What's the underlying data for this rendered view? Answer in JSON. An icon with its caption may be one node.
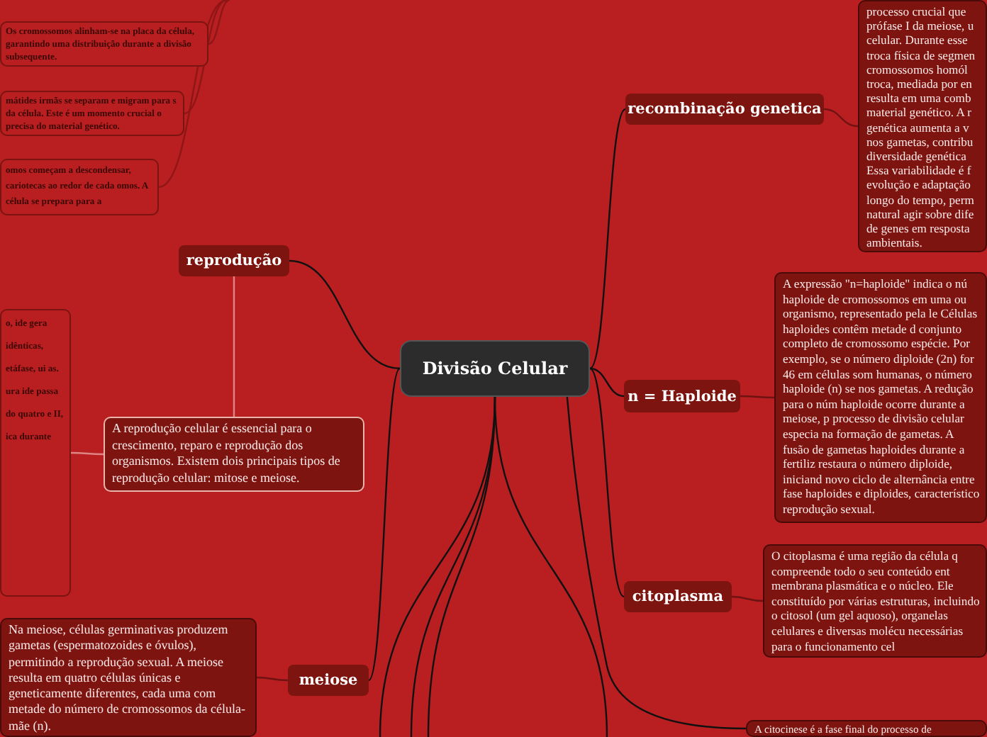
{
  "diagram": {
    "nodes": [
      {
        "text": [
          "Divisão Celular"
        ]
      },
      {
        "text": [
          "Os cromossomos alinham-se na placa da célula, garantindo uma distribuição durante a divisão subsequente."
        ]
      },
      {
        "text": [
          "mátides irmãs se separam e migram para s da célula. Este é um momento crucial o precisa do material genético."
        ]
      },
      {
        "text": [
          "omos começam a descondensar, cariotecas ao redor de cada omos. A célula se prepara para a"
        ]
      },
      {
        "text": [
          "reprodução"
        ]
      },
      {
        "text": [
          "A reprodução celular é essencial para o crescimento, reparo e reprodução dos organismos. Existem dois principais tipos de reprodução celular: mitose e meiose."
        ]
      },
      {
        "text": [
          "o, ide gera idênticas, etáfase, ui as. ura ide passa do quatro e II, ica durante"
        ]
      },
      {
        "text": [
          "recombinação genetica"
        ]
      },
      {
        "text": [
          "processo crucial que prófase I da meiose, u celular. Durante esse troca física de segmen cromossomos homól troca, mediada por en resulta em uma comb material genético. A r genética aumenta a v nos gametas, contribu diversidade genética Essa variabilidade é f evolução e adaptação longo do tempo, perm natural agir sobre dife de genes em resposta ambientais."
        ]
      },
      {
        "text": [
          "n = Haploide"
        ]
      },
      {
        "text": [
          "A expressão \"n=haploide\" indica o nú haploide de cromossomos em uma ou organismo, representado pela le Células haploides contêm metade d conjunto completo de cromossomo espécie. Por exemplo, se o número diploide (2n) for 46 em células som humanas, o número haploide (n) se nos gametas. A redução para o núm haploide ocorre durante a meiose, p processo de divisão celular especia na formação de gametas. A fusão de gametas haploides durante a fertiliz restaura o número diploide, iniciand novo ciclo de alternância entre fase haploides e diploides, característico reprodução sexual."
        ]
      },
      {
        "text": [
          "citoplasma"
        ]
      },
      {
        "text": [
          "O citoplasma é uma região da célula q compreende todo o seu conteúdo ent membrana plasmática e o núcleo. Ele constituído por várias estruturas, incluindo o citosol (um gel aquoso), organelas celulares e diversas molécu necessárias para o funcionamento cel"
        ]
      },
      {
        "text": [
          "meiose"
        ]
      },
      {
        "text": [
          "Na meiose, células germinativas produzem gametas (espermatozoides e óvulos), permitindo a reprodução sexual. A meiose resulta em quatro células únicas e geneticamente diferentes, cada uma com metade do número de cromossomos da célula-mãe (n)."
        ]
      },
      {
        "text": [
          "A citocinese é a fase final do processo de"
        ]
      }
    ],
    "edges": [
      {
        "from": 0,
        "to": 4,
        "arrow": "none"
      },
      {
        "from": 0,
        "to": 7,
        "arrow": "none"
      },
      {
        "from": 0,
        "to": 9,
        "arrow": "none"
      },
      {
        "from": 0,
        "to": 11,
        "arrow": "none"
      },
      {
        "from": 0,
        "to": 13,
        "arrow": "none"
      },
      {
        "from": 0,
        "to": 15,
        "arrow": "none"
      },
      {
        "from": 0,
        "to": null,
        "arrow": "none"
      },
      {
        "from": 0,
        "to": null,
        "arrow": "none"
      },
      {
        "from": 0,
        "to": null,
        "arrow": "none"
      },
      {
        "from": 0,
        "to": null,
        "arrow": "none"
      },
      {
        "from": 4,
        "to": 5,
        "arrow": "none",
        "color": "#e08585"
      },
      {
        "from": 5,
        "to": 6,
        "arrow": "none",
        "color": "#e08585"
      },
      {
        "from": 7,
        "to": 8,
        "arrow": "none",
        "color": "#6e1212"
      },
      {
        "from": 9,
        "to": 10,
        "arrow": "none",
        "color": "#6e1212"
      },
      {
        "from": 11,
        "to": 12,
        "arrow": "none",
        "color": "#6e1212"
      },
      {
        "from": 13,
        "to": 14,
        "arrow": "none",
        "color": "#6e1212"
      },
      {
        "from": null,
        "to": 1,
        "arrow": "none",
        "color": "#8e1616"
      },
      {
        "from": null,
        "to": 2,
        "arrow": "none",
        "color": "#8e1616"
      },
      {
        "from": null,
        "to": 3,
        "arrow": "none",
        "color": "#8e1616"
      }
    ]
  }
}
